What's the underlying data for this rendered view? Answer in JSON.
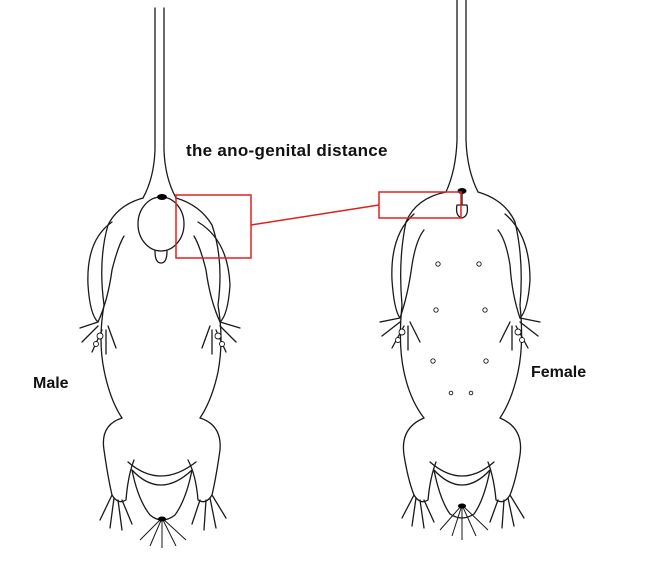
{
  "labels": {
    "title": "the ano-genital distance",
    "male": "Male",
    "female": "Female"
  },
  "colors": {
    "outline": "#1a1a1a",
    "highlight": "#e02020",
    "background": "#ffffff"
  }
}
